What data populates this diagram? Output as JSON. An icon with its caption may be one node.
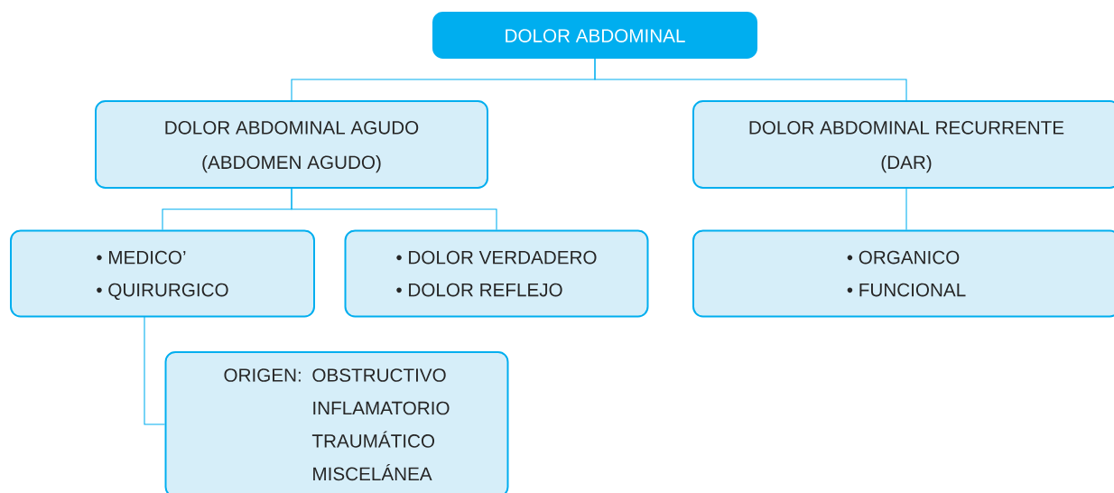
{
  "diagram": {
    "nodes": [
      {
        "text": [
          "DOLOR ABDOMINAL"
        ]
      },
      {
        "text": [
          "DOLOR ABDOMINAL AGUDO",
          "(ABDOMEN AGUDO)"
        ]
      },
      {
        "text": [
          "DOLOR ABDOMINAL RECURRENTE",
          "(DAR)"
        ]
      },
      {
        "text": [
          "• MEDICO’",
          "• QUIRURGICO"
        ]
      },
      {
        "text": [
          "• DOLOR VERDADERO",
          "• DOLOR REFLEJO"
        ]
      },
      {
        "text": [
          "• ORGANICO",
          "• FUNCIONAL"
        ]
      },
      {
        "text": [
          "ORIGEN:",
          "OBSTRUCTIVO",
          "INFLAMATORIO",
          "TRAUMÁTICO",
          "MISCELÁNEA"
        ]
      }
    ],
    "edges": [
      {
        "from": 0,
        "to": 1,
        "arrow": "none"
      },
      {
        "from": 0,
        "to": 2,
        "arrow": "none"
      },
      {
        "from": 1,
        "to": 3,
        "arrow": "none"
      },
      {
        "from": 1,
        "to": 4,
        "arrow": "none"
      },
      {
        "from": 2,
        "to": 5,
        "arrow": "none"
      },
      {
        "from": 3,
        "to": 6,
        "arrow": "none"
      }
    ]
  }
}
